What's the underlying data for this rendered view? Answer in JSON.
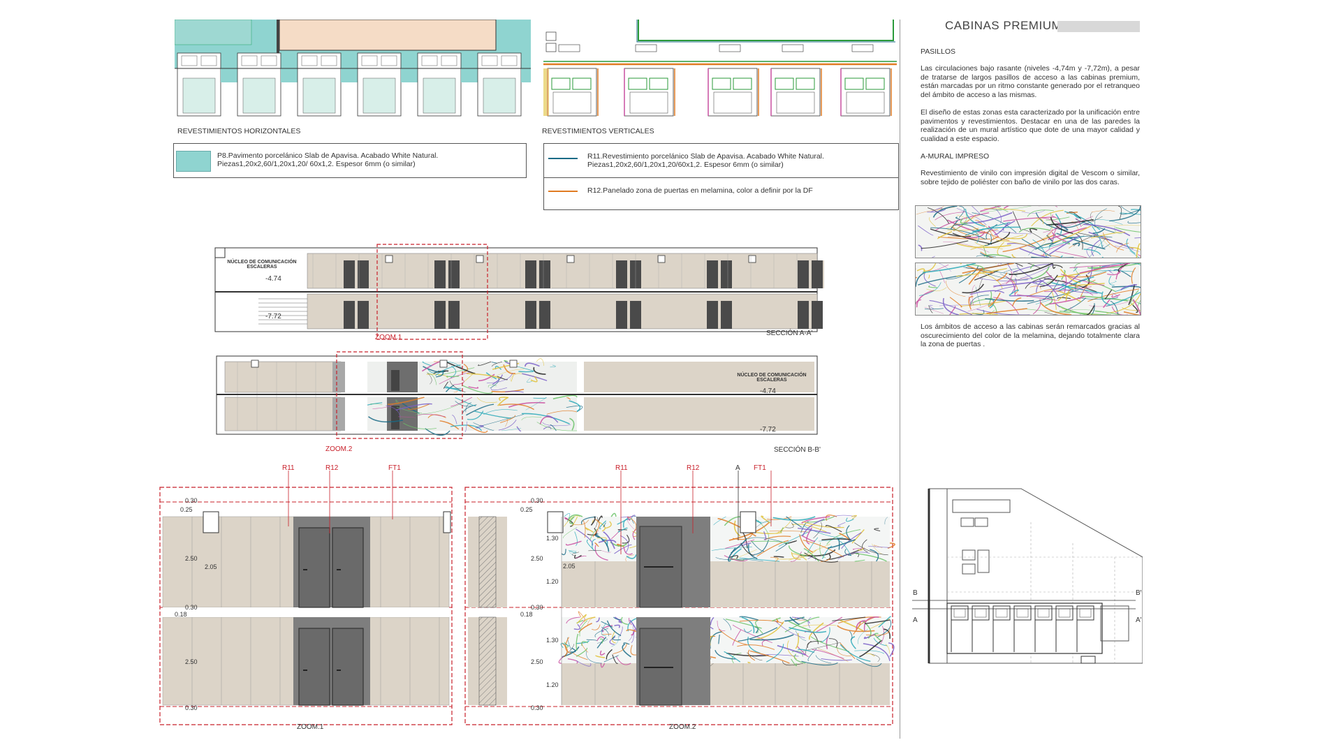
{
  "colors": {
    "aqua": "#8fd4d0",
    "teal_line": "#1a6b86",
    "orange_line": "#e07b23",
    "red_dash": "#c8202a",
    "panel_beige": "#dcd4c8",
    "door_gray": "#808080",
    "dark_gray": "#555555"
  },
  "header": {
    "title": "CABINAS PREMIUM"
  },
  "legend_h": {
    "heading": "REVESTIMIENTOS HORIZONTALES",
    "p8_line1": "P8.Pavimento porcelánico Slab de Apavisa. Acabado White Natural.",
    "p8_line2": "Piezas1,20x2,60/1,20x1,20/ 60x1,2. Espesor 6mm (o similar)"
  },
  "legend_v": {
    "heading": "REVESTIMIENTOS VERTICALES",
    "r11_line1": "R11.Revestimiento porcelánico Slab de Apavisa. Acabado White Natural.",
    "r11_line2": "Piezas1,20x2,60/1,20x1,20/60x1,2. Espesor 6mm (o similar)",
    "r12": "R12.Panelado zona de puertas en melamina, color a definir por la DF"
  },
  "sections": {
    "aa": {
      "label": "SECCIÓN A-A'",
      "core_label": "NÚCLEO DE COMUNICACIÓN\nESCALERAS",
      "level_top": "-4.74",
      "level_bottom": "-7.72",
      "zoom": "ZOOM.1"
    },
    "bb": {
      "label": "SECCIÓN B-B'",
      "core_label": "NÚCLEO DE COMUNICACIÓN\nESCALERAS",
      "level_top": "-4.74",
      "level_bottom": "-7.72",
      "zoom": "ZOOM.2"
    }
  },
  "zoom1": {
    "caption": "ZOOM.1",
    "tags": [
      "R11",
      "R12",
      "FT1"
    ],
    "dims": [
      "0.30",
      "0.25",
      "2.50",
      "2.05",
      "0.30",
      "0.18",
      "2.50",
      "0.30"
    ]
  },
  "zoom2": {
    "caption": "ZOOM.2",
    "tags": [
      "R11",
      "R12",
      "A",
      "FT1"
    ],
    "dims": [
      "0.30",
      "0.25",
      "1.30",
      "2.50",
      "2.05",
      "1.20",
      "0.30",
      "0.18",
      "1.30",
      "2.50",
      "1.20",
      "0.30"
    ]
  },
  "right_text": {
    "pasillos_title": "PASILLOS",
    "pasillos_p1": "Las circulaciones bajo rasante (niveles -4,74m y -7,72m), a pesar de tratarse de largos pasillos de acceso a las cabinas premium,  están marcadas por un ritmo constante generado por el retranqueo del ámbito de acceso a las mismas.",
    "pasillos_p2": "El diseño de estas zonas esta caracterizado por la unificación entre pavimentos y revestimientos. Destacar en una de las paredes la realización de un mural artístico que dote de una mayor calidad y cualidad a este espacio.",
    "mural_title": "A-MURAL IMPRESO",
    "mural_p": "Revestimiento de vinilo con impresión digital  de Vescom o similar, sobre tejido de poliéster con baño de vinilo por las dos caras.",
    "access_p": "Los ámbitos de acceso a las cabinas serán remarcados gracias al oscurecimiento del color de la melamina, dejando totalmente clara la zona de puertas ."
  },
  "keyplan": {
    "labels": [
      "B",
      "B'",
      "A",
      "A'"
    ]
  }
}
